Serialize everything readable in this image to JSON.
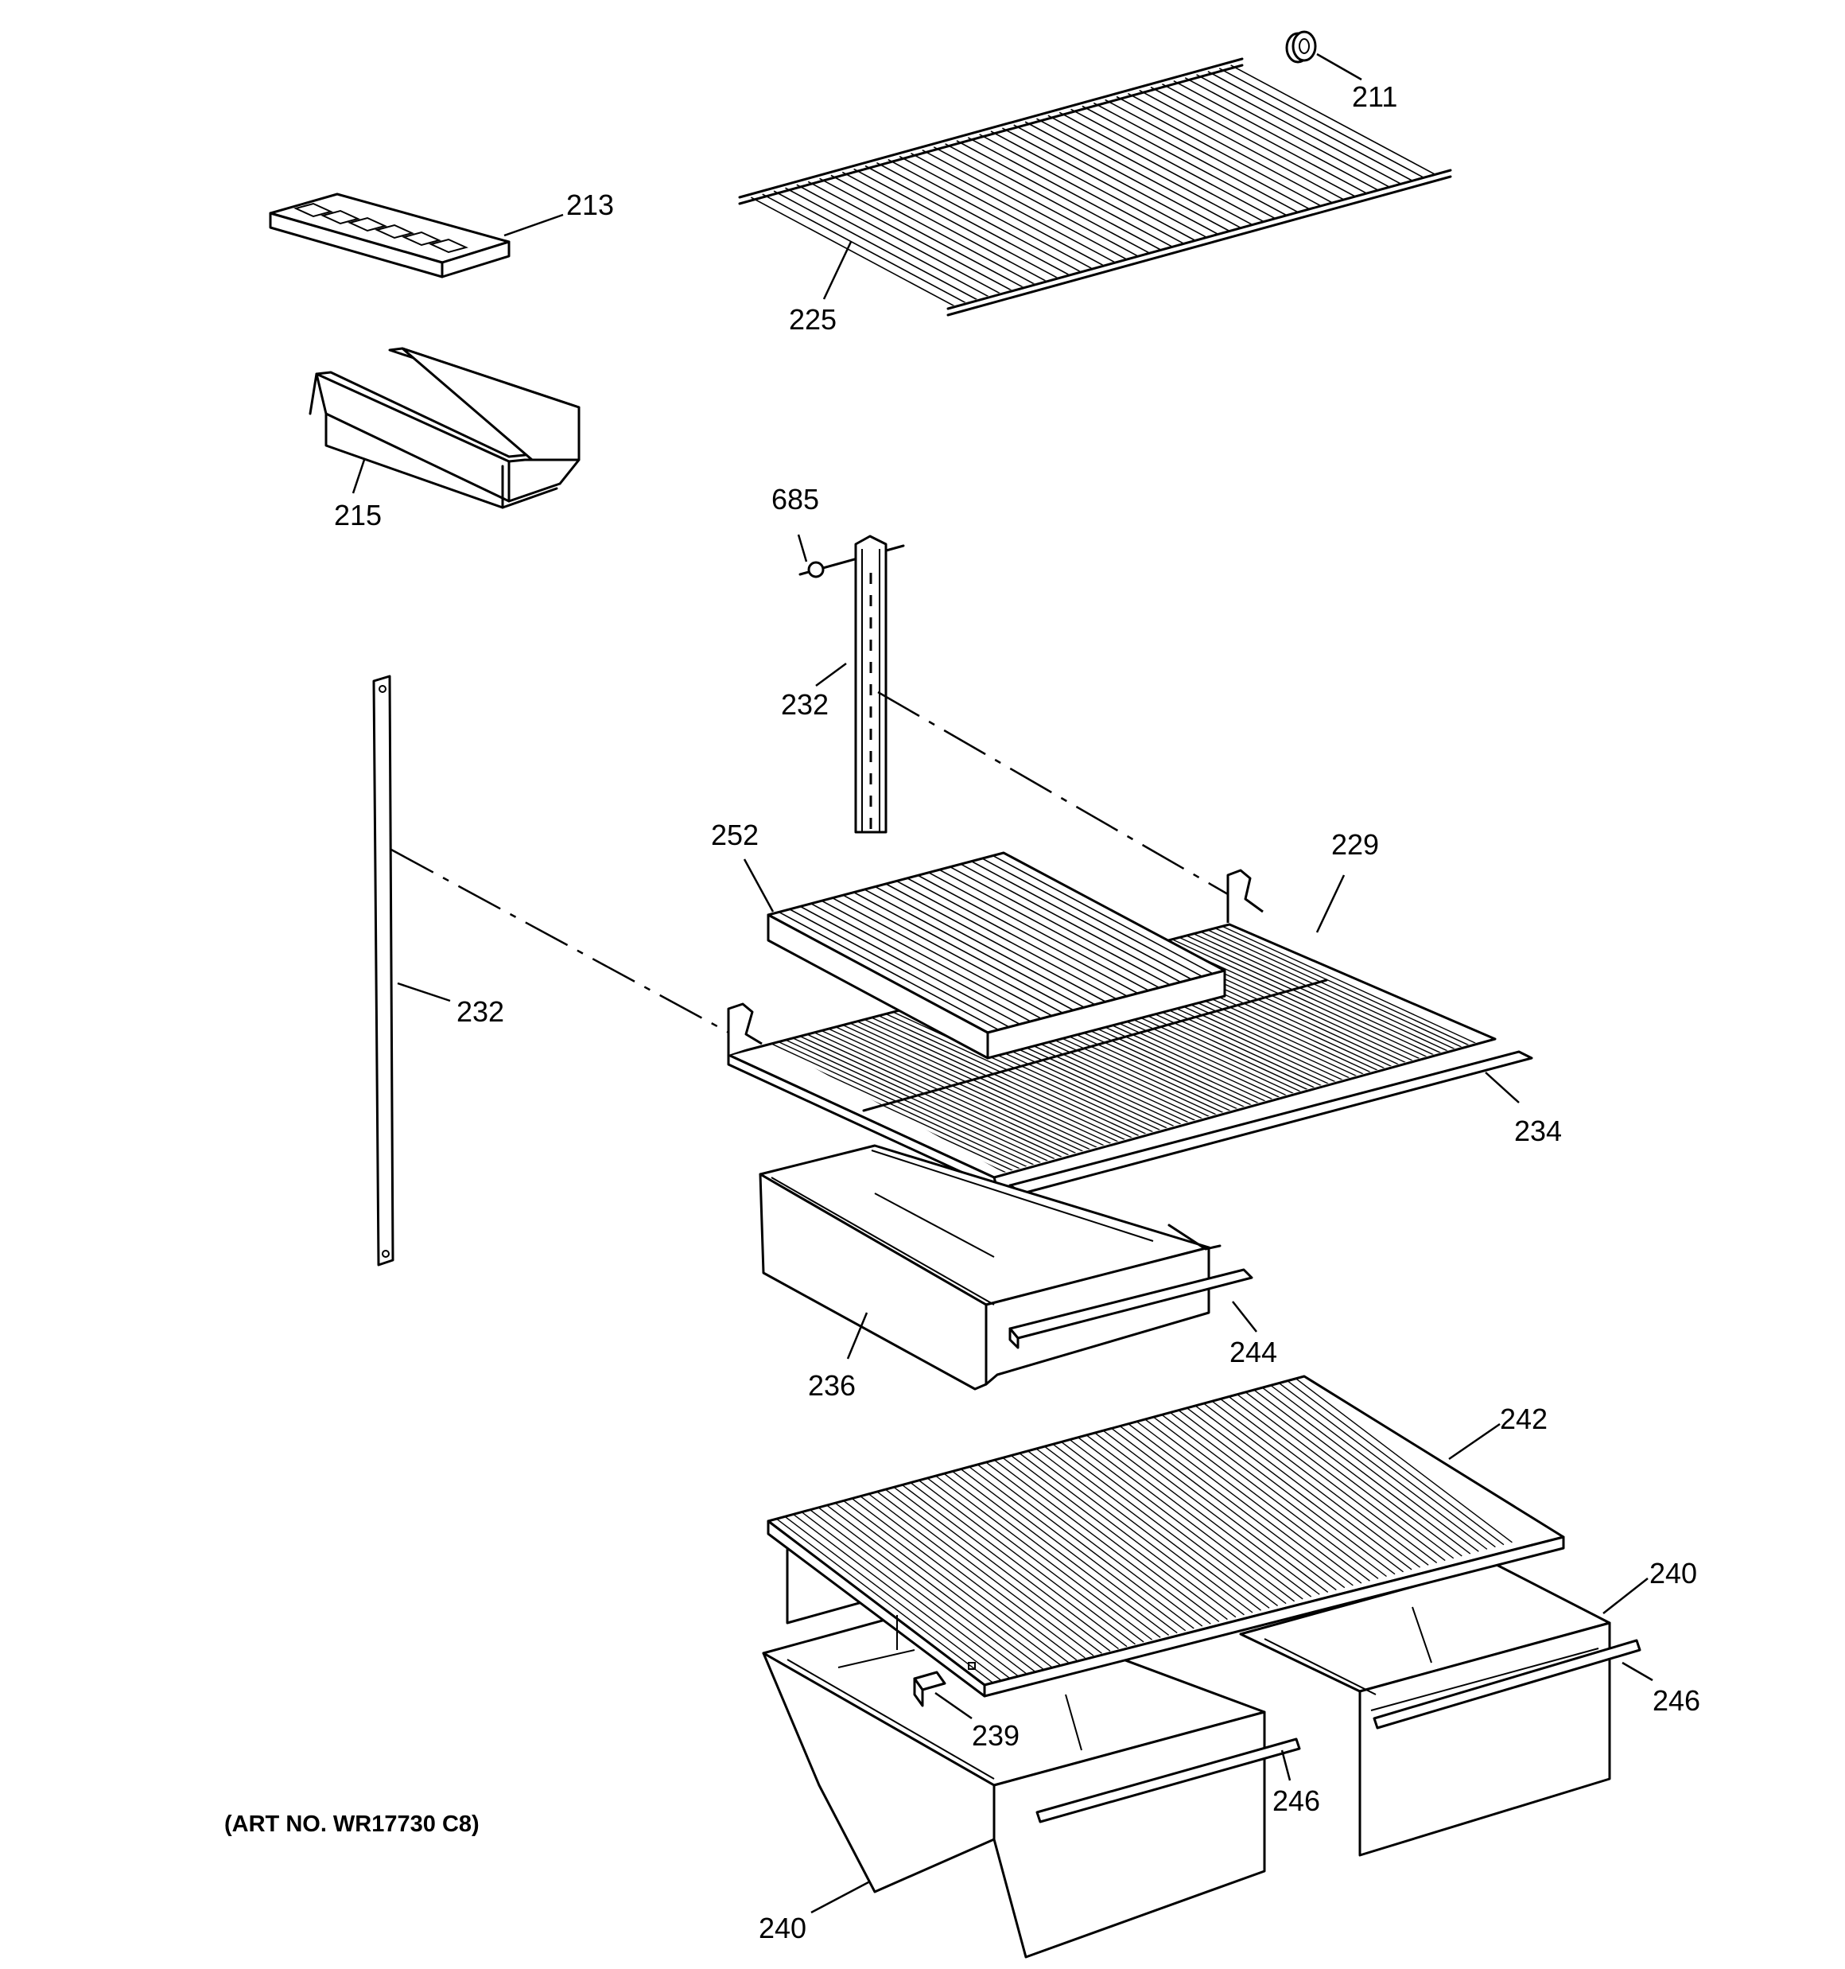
{
  "diagram": {
    "parts": [
      {
        "id": "211",
        "label": "211"
      },
      {
        "id": "213",
        "label": "213"
      },
      {
        "id": "225",
        "label": "225"
      },
      {
        "id": "215",
        "label": "215"
      },
      {
        "id": "685",
        "label": "685"
      },
      {
        "id": "232a",
        "label": "232"
      },
      {
        "id": "232b",
        "label": "232"
      },
      {
        "id": "252",
        "label": "252"
      },
      {
        "id": "229",
        "label": "229"
      },
      {
        "id": "234",
        "label": "234"
      },
      {
        "id": "236",
        "label": "236"
      },
      {
        "id": "244",
        "label": "244"
      },
      {
        "id": "242",
        "label": "242"
      },
      {
        "id": "240a",
        "label": "240"
      },
      {
        "id": "246a",
        "label": "246"
      },
      {
        "id": "239",
        "label": "239"
      },
      {
        "id": "246b",
        "label": "246"
      },
      {
        "id": "240b",
        "label": "240"
      }
    ],
    "art_number": "(ART NO. WR17730 C8)"
  }
}
